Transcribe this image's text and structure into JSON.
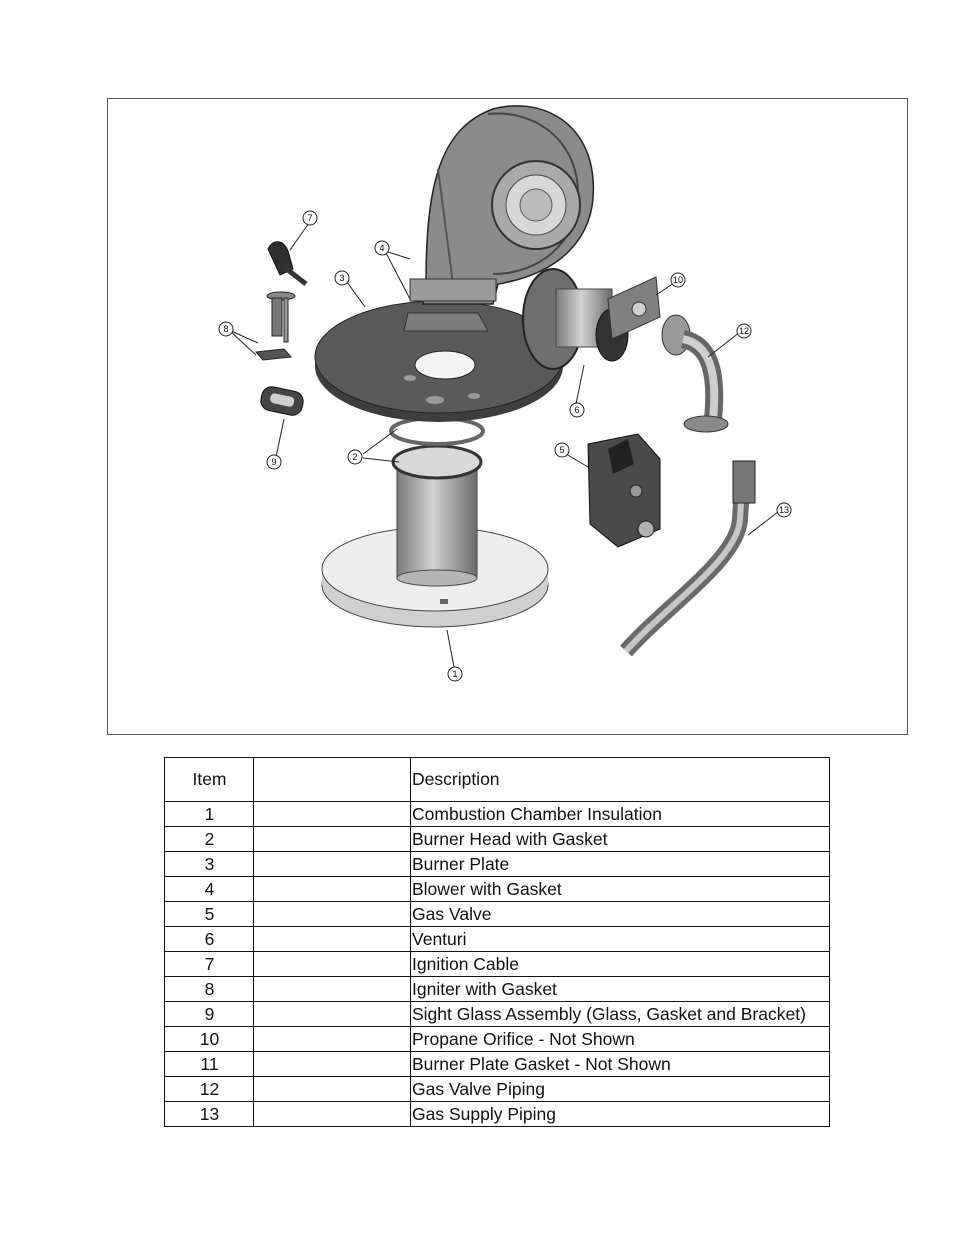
{
  "figure": {
    "callouts": [
      "1",
      "2",
      "3",
      "4",
      "5",
      "6",
      "7",
      "8",
      "9",
      "10",
      "12",
      "13"
    ]
  },
  "table": {
    "headers": {
      "item": "Item",
      "blank": "",
      "description": "Description"
    },
    "rows": [
      {
        "item": "1",
        "description": "Combustion Chamber Insulation"
      },
      {
        "item": "2",
        "description": "Burner Head with Gasket"
      },
      {
        "item": "3",
        "description": "Burner Plate"
      },
      {
        "item": "4",
        "description": "Blower with Gasket"
      },
      {
        "item": "5",
        "description": "Gas Valve"
      },
      {
        "item": "6",
        "description": "Venturi"
      },
      {
        "item": "7",
        "description": "Ignition Cable"
      },
      {
        "item": "8",
        "description": "Igniter with Gasket"
      },
      {
        "item": "9",
        "description": "Sight Glass Assembly (Glass, Gasket and Bracket)"
      },
      {
        "item": "10",
        "description": "Propane Orifice - Not Shown"
      },
      {
        "item": "11",
        "description": "Burner Plate Gasket - Not Shown"
      },
      {
        "item": "12",
        "description": "Gas Valve Piping"
      },
      {
        "item": "13",
        "description": "Gas Supply Piping"
      }
    ]
  }
}
